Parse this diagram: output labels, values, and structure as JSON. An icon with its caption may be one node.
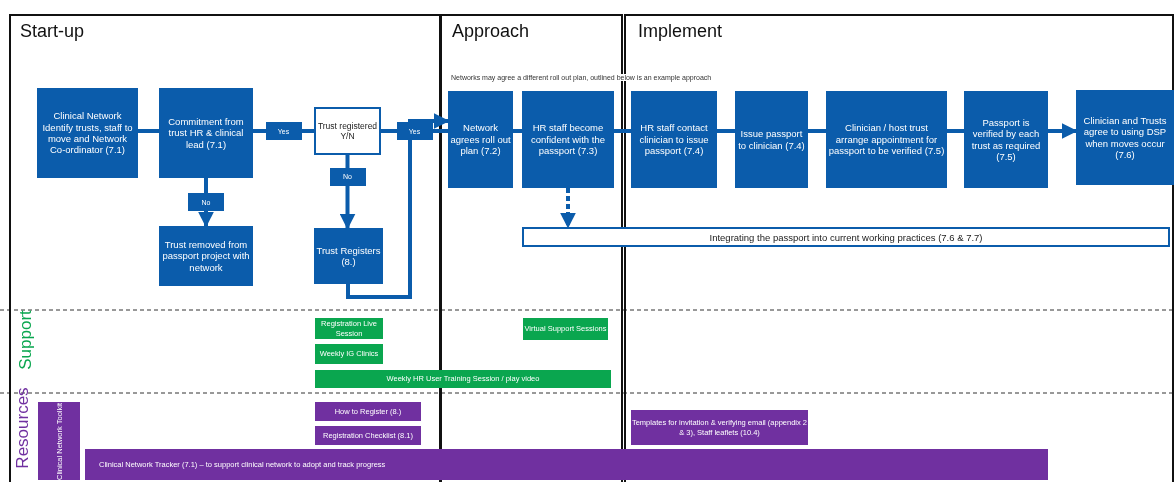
{
  "diagram": {
    "nodes": [
      {
        "text": [
          "Clinical Network Identify trusts, staff to move and Network Co-ordinator (7.1)"
        ]
      },
      {
        "text": [
          "Commitment from trust HR & clinical lead (7.1)"
        ]
      },
      {
        "text": [
          "Trust registered Y/N"
        ]
      },
      {
        "text": [
          "Trust removed from passport project with network"
        ]
      },
      {
        "text": [
          "Trust Registers (8.)"
        ]
      },
      {
        "text": [
          "Network agrees roll out plan (7.2)"
        ]
      },
      {
        "text": [
          "HR staff become confident with the passport (7.3)"
        ]
      },
      {
        "text": [
          "HR staff contact clinician to issue passport (7.4)"
        ]
      },
      {
        "text": [
          "Issue passport to clinician (7.4)"
        ]
      },
      {
        "text": [
          "Clinician / host trust arrange appointment for passport to be verified (7.5)"
        ]
      },
      {
        "text": [
          "Passport is verified by each trust as required (7.5)"
        ]
      },
      {
        "text": [
          "Clinician and Trusts agree to using DSP when moves occur (7.6)"
        ]
      },
      {
        "text": [
          "Integrating the passport into current working practices (7.6 & 7.7)"
        ]
      },
      {
        "text": [
          "Registration Live Session"
        ]
      },
      {
        "text": [
          "Weekly IG Clinics"
        ]
      },
      {
        "text": [
          "Virtual Support Sessions"
        ]
      },
      {
        "text": [
          "Weekly HR User Training Session / play video"
        ]
      },
      {
        "text": [
          "Clinical Network Toolkit"
        ]
      },
      {
        "text": [
          "How to Register (8.)"
        ]
      },
      {
        "text": [
          "Registration Checklist (8.1)"
        ]
      },
      {
        "text": [
          "Templates for invitation & verifying email (appendix 2 & 3), Staff leaflets (10.4)"
        ]
      },
      {
        "text": [
          "Clinical Network Tracker (7.1) – to support clinical network to adopt and track progress"
        ]
      }
    ],
    "edges": [
      {
        "from": 0,
        "to": 1,
        "arrow": "none"
      },
      {
        "from": 1,
        "to": 2,
        "arrow": "none",
        "label": "Yes"
      },
      {
        "from": 1,
        "to": 3,
        "arrow": "to",
        "label": "No"
      },
      {
        "from": 2,
        "to": 5,
        "arrow": "none",
        "label": "Yes"
      },
      {
        "from": 2,
        "to": 4,
        "arrow": "to",
        "label": "No"
      },
      {
        "from": 4,
        "to": 5,
        "arrow": "to"
      },
      {
        "from": 5,
        "to": 6,
        "arrow": "none"
      },
      {
        "from": 6,
        "to": 7,
        "arrow": "none"
      },
      {
        "from": 7,
        "to": 8,
        "arrow": "none"
      },
      {
        "from": 8,
        "to": 9,
        "arrow": "none"
      },
      {
        "from": 9,
        "to": 10,
        "arrow": "none"
      },
      {
        "from": 10,
        "to": 11,
        "arrow": "to"
      },
      {
        "from": 6,
        "to": 12,
        "arrow": "to",
        "style": "dashed"
      }
    ],
    "labels": [
      "Start-up",
      "Approach",
      "Implement",
      "Networks may agree a different roll out plan, outlined below is an example approach",
      "Support",
      "Resources"
    ]
  }
}
